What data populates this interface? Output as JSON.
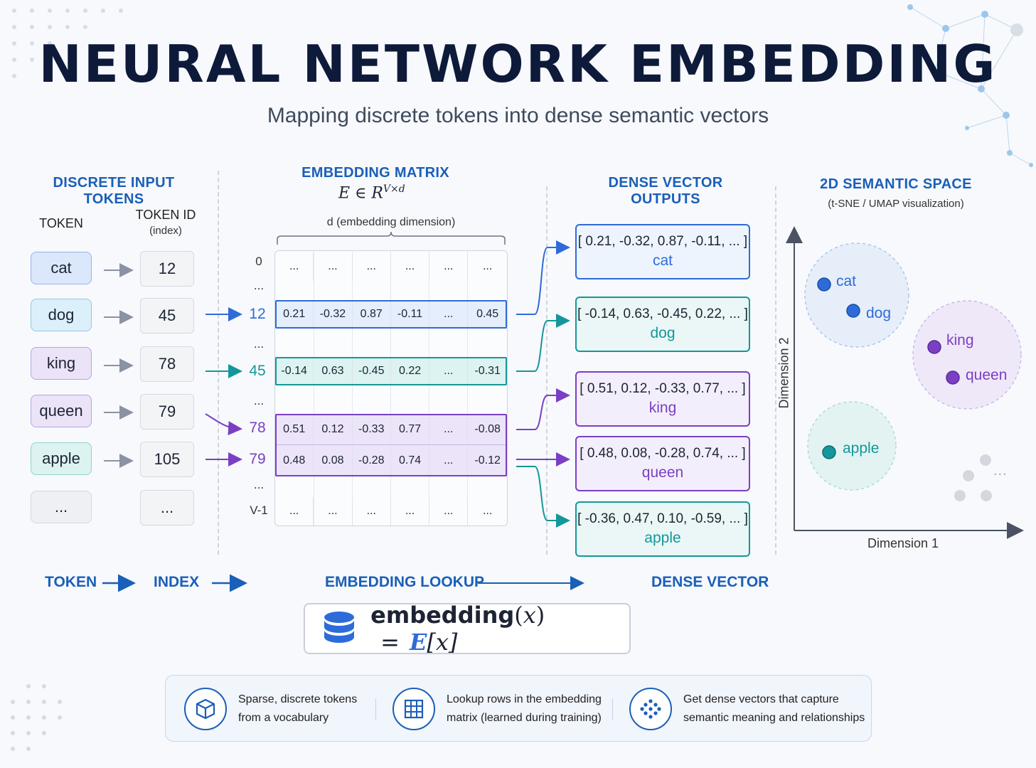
{
  "title": "NEURAL NETWORK EMBEDDING",
  "subtitle": "Mapping discrete tokens into dense semantic vectors",
  "input": {
    "heading": "DISCRETE INPUT TOKENS",
    "token_col": "TOKEN",
    "id_col": "TOKEN ID",
    "id_sub": "(index)",
    "rows": [
      {
        "token": "cat",
        "id": "12"
      },
      {
        "token": "dog",
        "id": "45"
      },
      {
        "token": "king",
        "id": "78"
      },
      {
        "token": "queen",
        "id": "79"
      },
      {
        "token": "apple",
        "id": "105"
      },
      {
        "token": "...",
        "id": "..."
      }
    ]
  },
  "matrix": {
    "heading": "EMBEDDING MATRIX",
    "symbol": "E ∈ R",
    "superscript": "V×d",
    "dim_label": "d (embedding dimension)",
    "row_labels": [
      "0",
      "...",
      "12",
      "...",
      "45",
      "...",
      "78",
      "79",
      "...",
      "V-1"
    ],
    "rows": [
      [
        "...",
        "...",
        "...",
        "...",
        "...",
        "..."
      ],
      [
        "0.21",
        "-0.32",
        "0.87",
        "-0.11",
        "...",
        "0.45"
      ],
      [
        "-0.14",
        "0.63",
        "-0.45",
        "0.22",
        "...",
        "-0.31"
      ],
      [
        "0.51",
        "0.12",
        "-0.33",
        "0.77",
        "...",
        "-0.08"
      ],
      [
        "0.48",
        "0.08",
        "-0.28",
        "0.74",
        "...",
        "-0.12"
      ],
      [
        "...",
        "...",
        "...",
        "...",
        "...",
        "..."
      ]
    ]
  },
  "outputs": {
    "heading": "DENSE VECTOR OUTPUTS",
    "items": [
      {
        "vector": "[ 0.21, -0.32, 0.87, -0.11, ... ]",
        "label": "cat"
      },
      {
        "vector": "[ -0.14, 0.63, -0.45, 0.22, ... ]",
        "label": "dog"
      },
      {
        "vector": "[ 0.51, 0.12, -0.33, 0.77, ... ]",
        "label": "king"
      },
      {
        "vector": "[ 0.48, 0.08, -0.28, 0.74, ... ]",
        "label": "queen"
      },
      {
        "vector": "[ -0.36, 0.47, 0.10, -0.59, ... ]",
        "label": "apple"
      }
    ]
  },
  "space": {
    "heading": "2D SEMANTIC SPACE",
    "sub": "(t-SNE / UMAP visualization)",
    "xlabel": "Dimension 1",
    "ylabel": "Dimension 2",
    "points": [
      "cat",
      "dog",
      "king",
      "queen",
      "apple"
    ],
    "more": "..."
  },
  "flow": {
    "token": "TOKEN",
    "index": "INDEX",
    "lookup": "EMBEDDING LOOKUP",
    "dense": "DENSE VECTOR"
  },
  "formula": {
    "left": "embedding",
    "open": "(",
    "x": "x",
    "close": ")",
    "eq": "=",
    "E": "E",
    "idx": "[x]"
  },
  "features": [
    {
      "line1": "Sparse, discrete tokens",
      "line2": "from a vocabulary"
    },
    {
      "line1": "Lookup rows in the embedding",
      "line2": "matrix (learned during training)"
    },
    {
      "line1": "Get dense vectors that capture",
      "line2": "semantic meaning and relationships"
    }
  ],
  "colors": {
    "blue": "#2f6bd8",
    "teal": "#14979a",
    "purple": "#7b3fc4",
    "blue_fill": "#dbe8fb",
    "teal_fill": "#dcf3f1",
    "purple_fill": "#ebe3f8"
  }
}
